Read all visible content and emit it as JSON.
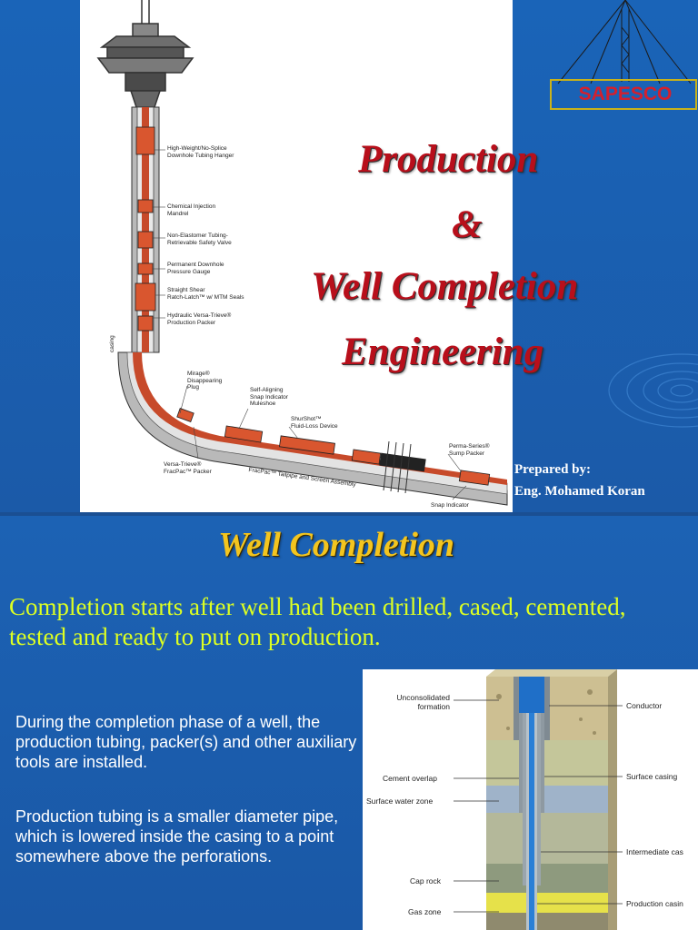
{
  "slide1": {
    "title_lines": [
      "Production",
      "&",
      "Well Completion",
      "Engineering"
    ],
    "logo_text": "SAPESCO",
    "prepared_by": "Prepared by:",
    "author": "Eng. Mohamed Koran",
    "callouts": [
      "High-Weight/No-Splice\nDownhole Tubing Hanger",
      "Chemical Injection\nMandrel",
      "Non-Elastomer Tubing-\nRetrievable Safety Valve",
      "Permanent Downhole\nPressure Gauge",
      "Straight Shear\nRatch-Latch™ w/ MTM Seals",
      "Hydraulic Versa-Trieve®\nProduction Packer",
      "Mirage®\nDisappearing\nPlug",
      "Self-Aligning\nSnap Indicator\nMuleshoe",
      "ShurShot™\nFluid-Loss Device",
      "Perma-Series®\nSump Packer",
      "Versa-Trieve®\nFracPac™ Packer",
      "FracPac™ Tailpipe and Screen Assembly",
      "Snap Indicator",
      "casing"
    ]
  },
  "slide2": {
    "title": "Well Completion",
    "lead": "Completion starts after well had been drilled, cased, cemented, tested and ready to put on production.",
    "paragraphs": [
      "During the completion phase of a well, the production tubing, packer(s) and other auxiliary tools are installed.",
      "Production tubing is a smaller diameter pipe, which is lowered inside the casing to a point somewhere above the perforations."
    ],
    "diagram_labels_left": [
      "Unconsolidated\nformation",
      "Cement overlap",
      "Surface water zone",
      "Cap rock",
      "Gas zone"
    ],
    "diagram_labels_right": [
      "Conductor",
      "Surface casing",
      "Intermediate cas",
      "Production casin"
    ]
  },
  "colors": {
    "background": "#1c5fae",
    "title_red": "#b80f1b",
    "title_gold": "#f3c51f",
    "lead_green": "#ddff22",
    "logo_red": "#d3202e"
  }
}
